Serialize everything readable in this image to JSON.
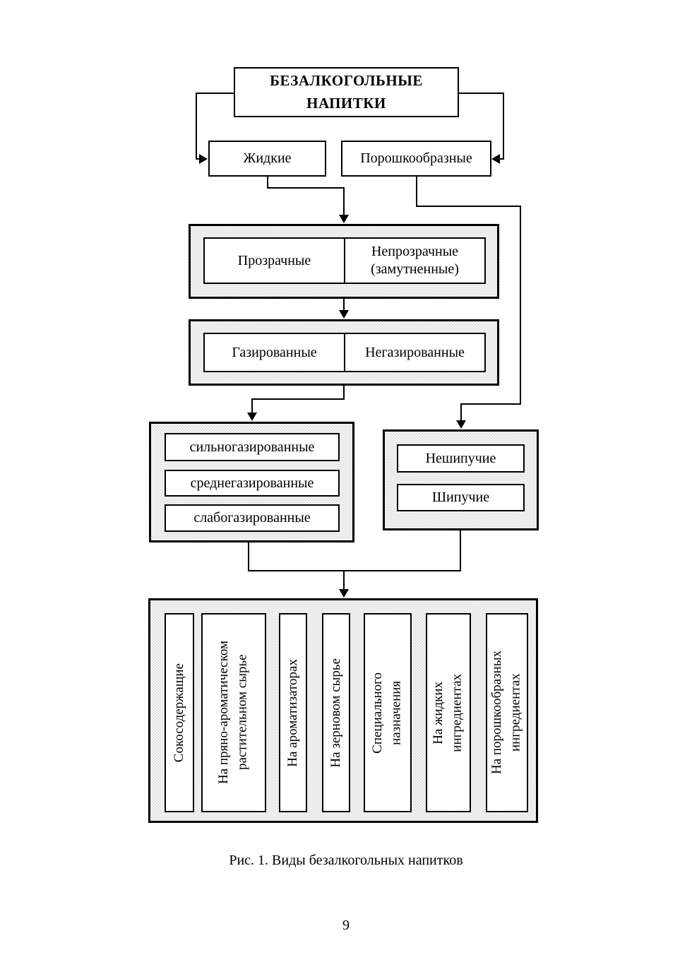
{
  "diagram": {
    "root": {
      "label": "БЕЗАЛКОГОЛЬНЫЕ\nНАПИТКИ"
    },
    "forms": {
      "liquid": "Жидкие",
      "powder": "Порошкообразные"
    },
    "clarity": {
      "transparent": "Прозрачные",
      "opaque": "Непрозрачные\n(замутненные)"
    },
    "carbonation": {
      "carbonated": "Газированные",
      "non_carbonated": "Негазированные"
    },
    "carbonation_levels": [
      "сильногазированные",
      "среднегазированные",
      "слабогазированные"
    ],
    "effervescence": {
      "non_sparkling": "Нешипучие",
      "sparkling": "Шипучие"
    },
    "ingredient_types": [
      "Сокосодержащие",
      "На пряно-ароматическом\nрастительном сырье",
      "На ароматизаторах",
      "На зерновом сырье",
      "Специального\nназначения",
      "На жидких\nингредиентах",
      "На порошкообразных\nингредиентах"
    ]
  },
  "caption": "Рис. 1. Виды безалкогольных напитков",
  "page_number": "9",
  "colors": {
    "line": "#000000",
    "box_fill": "#ffffff",
    "panel_fill": "#ededed"
  }
}
